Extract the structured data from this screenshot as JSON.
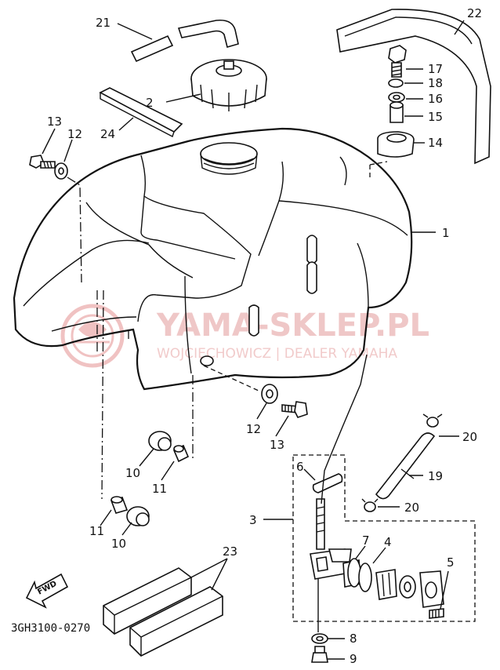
{
  "document_code": "3GH3100-0270",
  "fwd_label": "FWD",
  "watermark": {
    "main": "YAMA-SKLEP.PL",
    "sub": "WOJCIECHOWICZ | DEALER YAMAHA"
  },
  "callouts": {
    "c21": "21",
    "c22": "22",
    "c2": "2",
    "c17": "17",
    "c18": "18",
    "c16": "16",
    "c15": "15",
    "c14": "14",
    "c24": "24",
    "c13a": "13",
    "c12a": "12",
    "c1": "1",
    "c12b": "12",
    "c13b": "13",
    "c20a": "20",
    "c10a": "10",
    "c11a": "11",
    "c6": "6",
    "c19": "19",
    "c3": "3",
    "c20b": "20",
    "c11b": "11",
    "c10b": "10",
    "c7": "7",
    "c4": "4",
    "c23": "23",
    "c5": "5",
    "c8": "8",
    "c9": "9"
  }
}
